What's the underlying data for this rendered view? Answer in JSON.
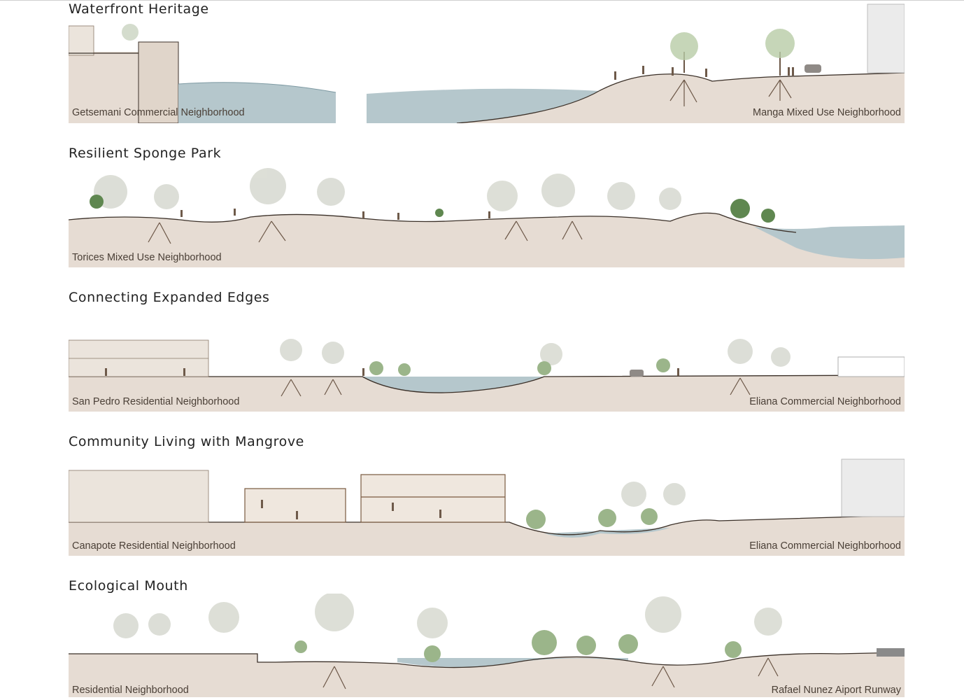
{
  "sections": [
    {
      "title": "Waterfront Heritage",
      "left_label": "Getsemani Commercial Neighborhood",
      "right_label": "Manga Mixed Use Neighborhood"
    },
    {
      "title": "Resilient Sponge Park",
      "left_label": "Torices Mixed Use Neighborhood",
      "right_label": ""
    },
    {
      "title": "Connecting Expanded Edges",
      "left_label": "San Pedro Residential Neighborhood",
      "right_label": "Eliana Commercial Neighborhood"
    },
    {
      "title": "Community Living with Mangrove",
      "left_label": "Canapote Residential Neighborhood",
      "right_label": "Eliana Commercial Neighborhood"
    },
    {
      "title": "Ecological Mouth",
      "left_label": "Residential Neighborhood",
      "right_label": "Rafael Nunez Aiport Runway"
    }
  ],
  "colors": {
    "soil": "#e6dcd3",
    "soil_dark": "#d6c8bb",
    "water": "#b5c7cc",
    "water_line": "#7e9aa3",
    "ground_line": "#3b3028",
    "root": "#6b5646",
    "tree_light": "#d9dbd3",
    "tree_green": "#9bb58a",
    "tree_dark": "#5f8750",
    "building": "#ebe4dc",
    "building_line": "#8a7868",
    "wood": "#7a5a40",
    "figure": "#6e5a4a"
  },
  "icons": [
    "tree-icon",
    "person-icon",
    "root-icon",
    "building-icon",
    "car-icon"
  ]
}
